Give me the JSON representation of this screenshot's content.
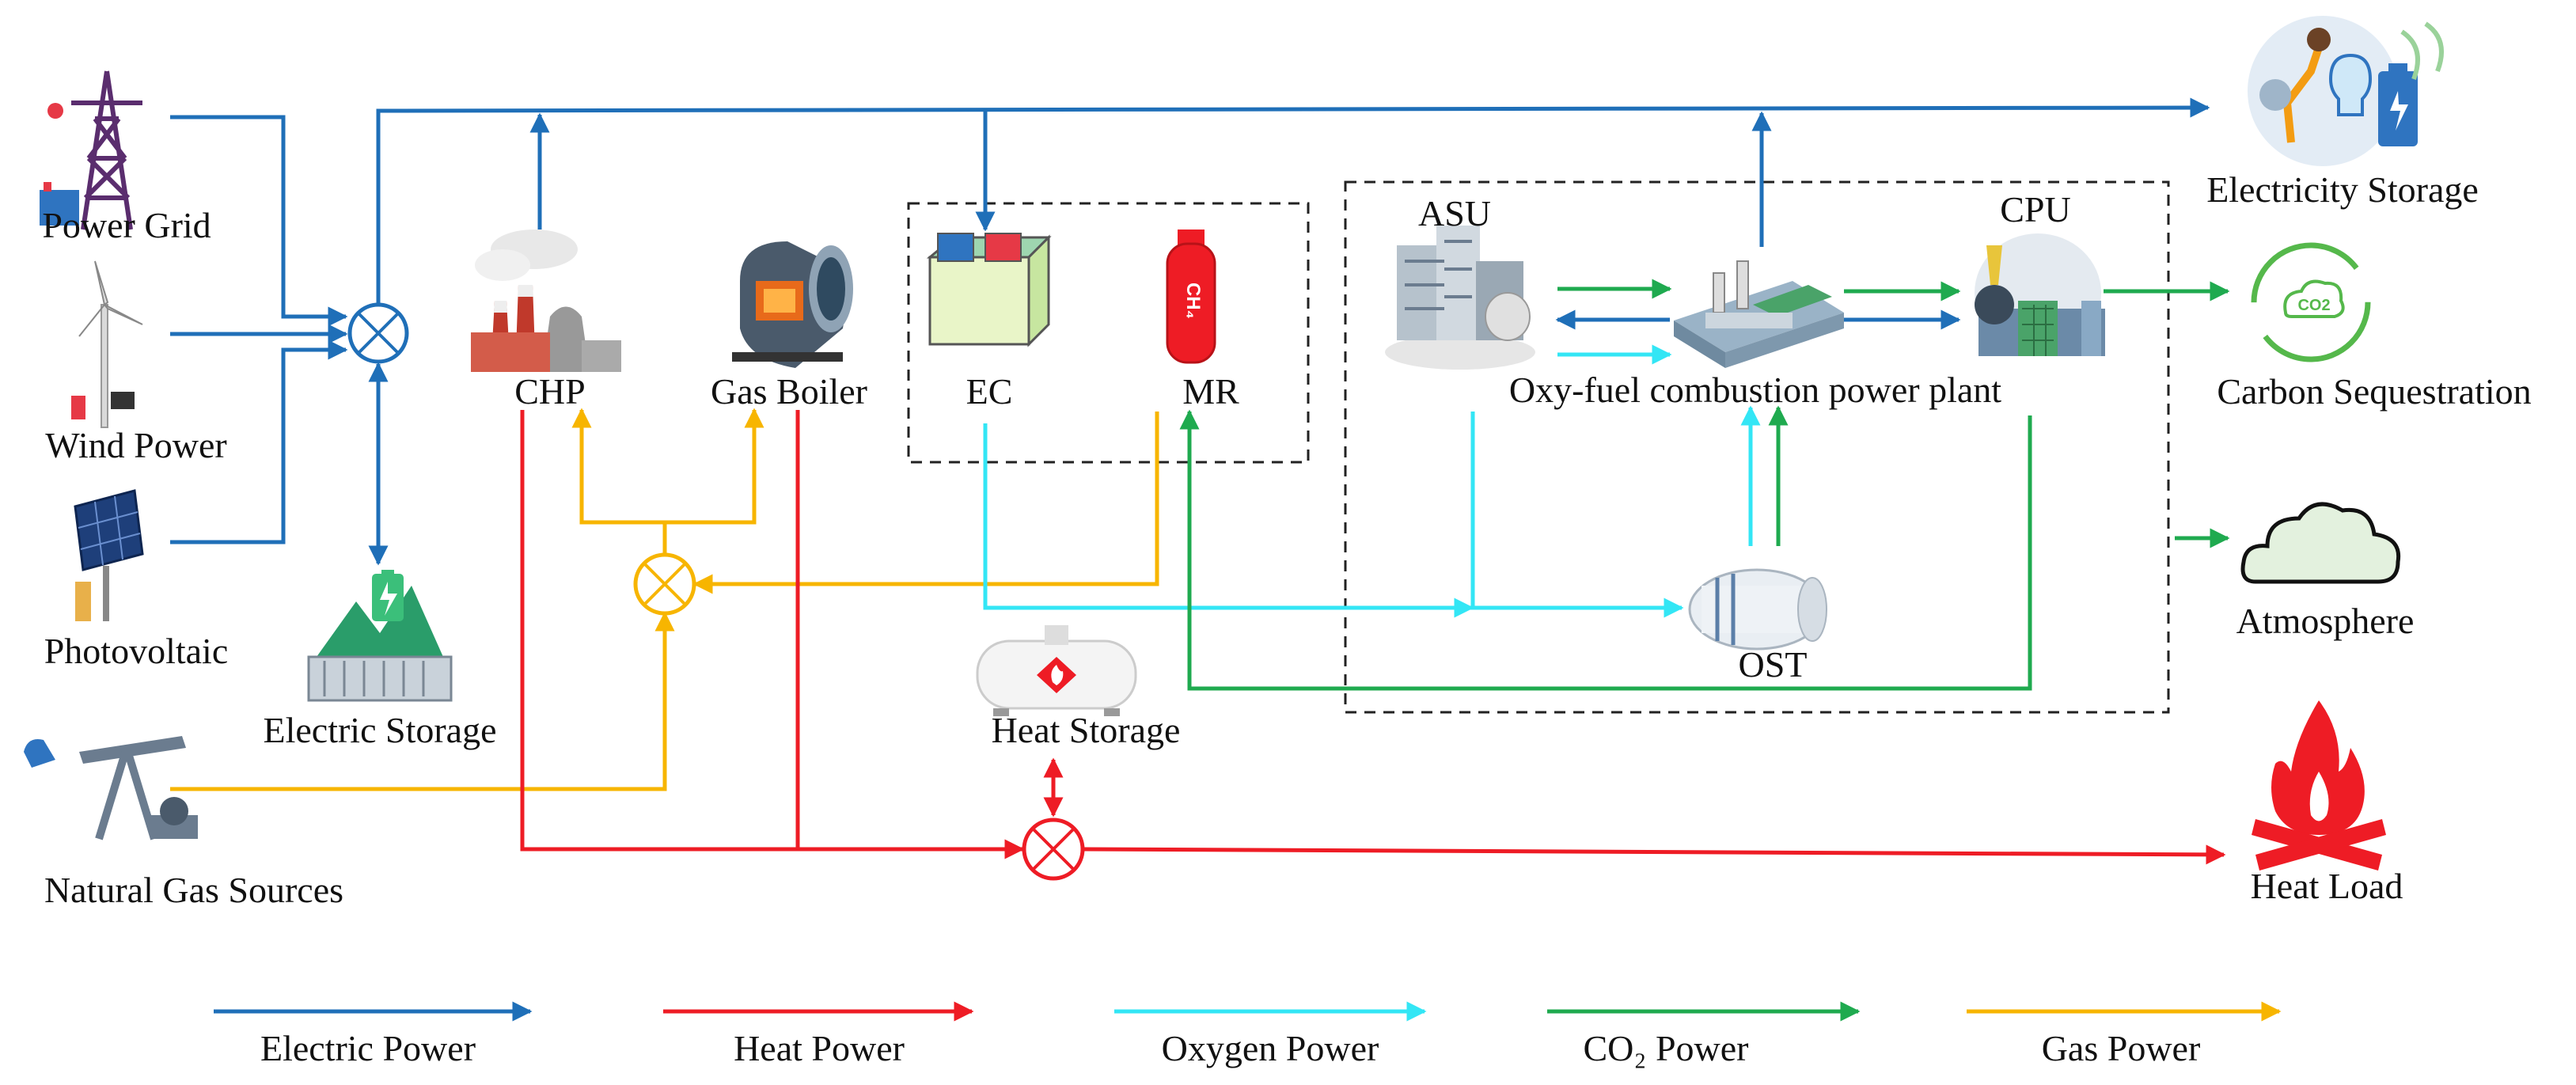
{
  "nodes": {
    "power_grid": "Power Grid",
    "wind_power": "Wind Power",
    "photovoltaic": "Photovoltaic",
    "natural_gas": "Natural Gas Sources",
    "electric_storage": "Electric Storage",
    "chp": "CHP",
    "gas_boiler": "Gas Boiler",
    "ec": "EC",
    "mr": "MR",
    "mr_icon_text": "CH₄",
    "heat_storage": "Heat Storage",
    "asu": "ASU",
    "cpu": "CPU",
    "oxy_plant": "Oxy-fuel combustion power plant",
    "ost": "OST",
    "electricity_storage": "Electricity Storage",
    "carbon_sequestration": "Carbon Sequestration",
    "co2_icon_text": "CO2",
    "atmosphere": "Atmosphere",
    "heat_load": "Heat Load"
  },
  "legend": [
    {
      "label": "Electric Power",
      "color": "#1f6fb8"
    },
    {
      "label": "Heat Power",
      "color": "#ee1c25"
    },
    {
      "label": "Oxygen Power",
      "color": "#33e6f5"
    },
    {
      "label": "CO₂ Power",
      "color": "#1faa4f"
    },
    {
      "label": "Gas Power",
      "color": "#f7b500"
    }
  ],
  "colors": {
    "electric": "#1f6fb8",
    "heat": "#ee1c25",
    "oxygen": "#33e6f5",
    "co2": "#1faa4f",
    "gas": "#f7b500"
  }
}
